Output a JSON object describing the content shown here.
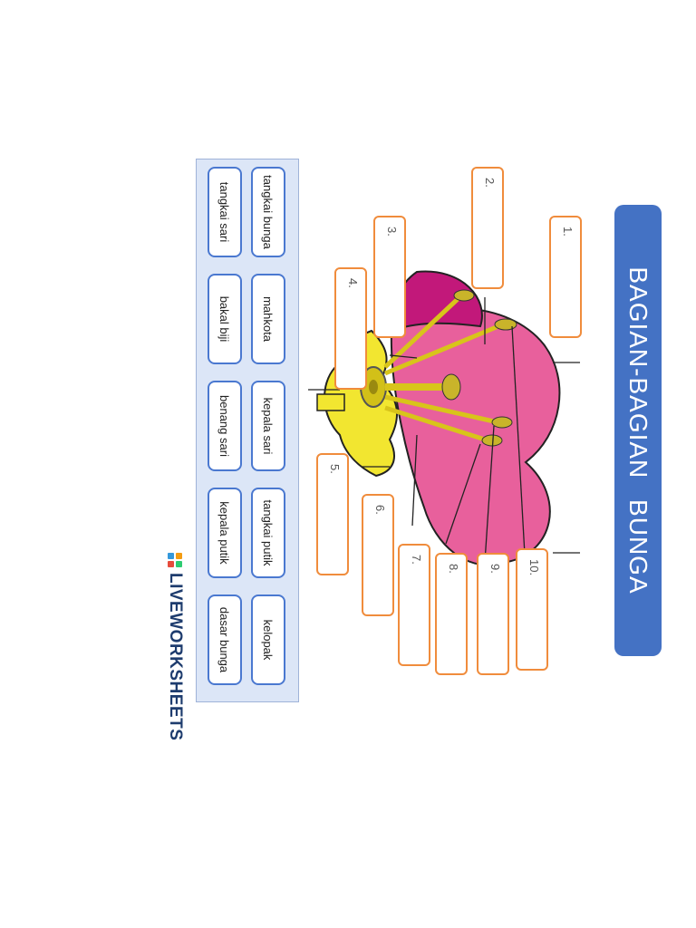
{
  "worksheet": {
    "title": "BAGIAN-BAGIAN BUNGA",
    "answer_boxes": [
      {
        "label": "1."
      },
      {
        "label": "2."
      },
      {
        "label": "3."
      },
      {
        "label": "4."
      },
      {
        "label": "5."
      },
      {
        "label": "6."
      },
      {
        "label": "7."
      },
      {
        "label": "8."
      },
      {
        "label": "9."
      },
      {
        "label": "10."
      }
    ],
    "word_bank": [
      "tangkai bunga",
      "mahkota",
      "kepala sari",
      "tangkai putik",
      "kelopak",
      "tangkai sari",
      "bakal biji",
      "benang sari",
      "kepala putik",
      "dasar bunga"
    ],
    "brand": "LIVEWORKSHEETS",
    "colors": {
      "title_bg": "#4472c4",
      "box_border": "#f08c3c",
      "word_border": "#4a78d0",
      "word_bank_bg": "#dce6f7",
      "petal": "#e8609c",
      "yellow": "#f2e630"
    }
  }
}
